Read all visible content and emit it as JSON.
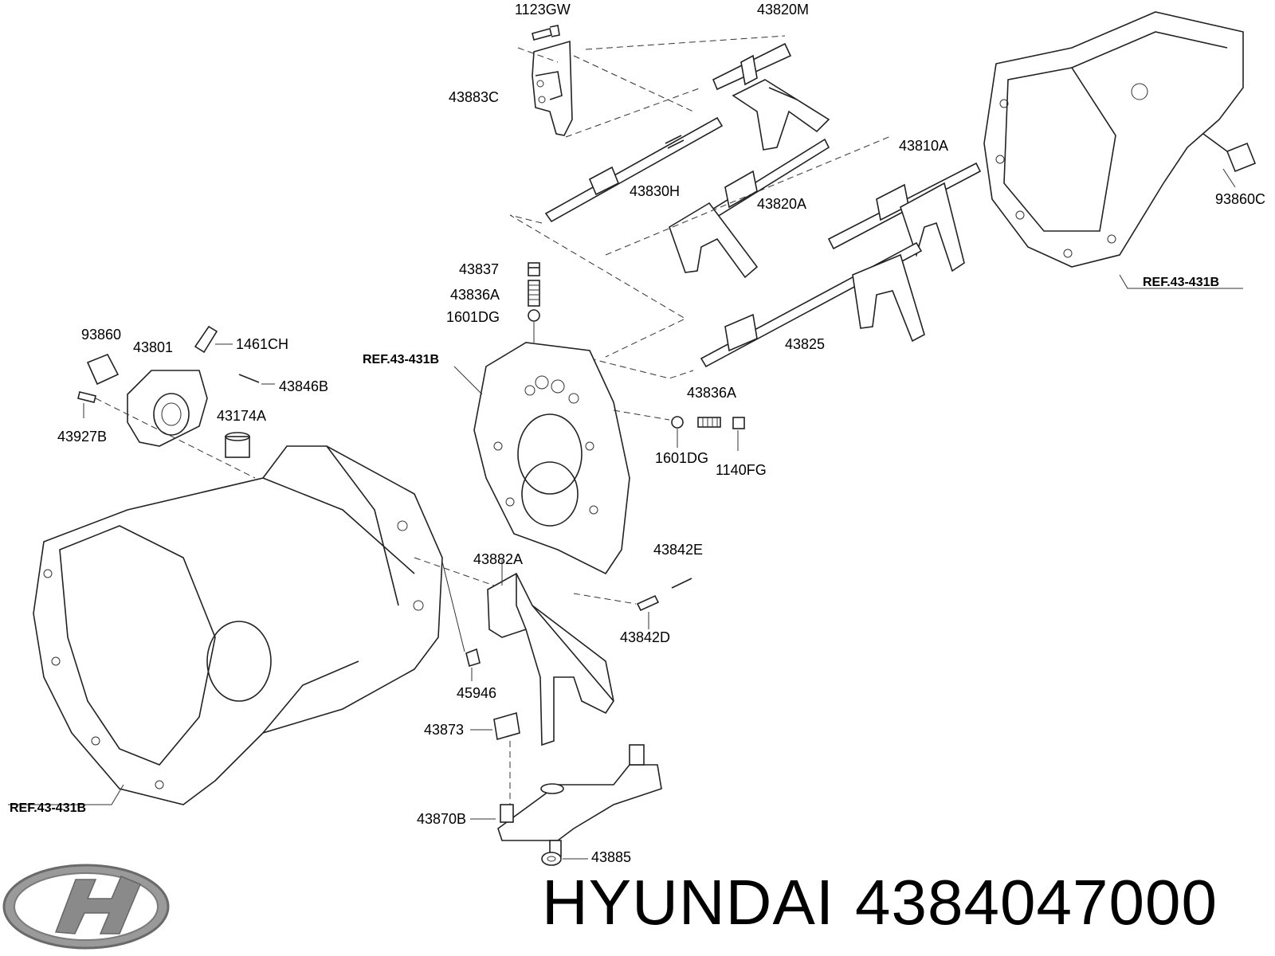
{
  "labels": {
    "p1123GW": "1123GW",
    "p43820M": "43820M",
    "p43883C": "43883C",
    "p43830H": "43830H",
    "p43820A": "43820A",
    "p43810A": "43810A",
    "p93860C": "93860C",
    "p43837": "43837",
    "p43836A_top": "43836A",
    "p1601DG_top": "1601DG",
    "p93860": "93860",
    "p43801": "43801",
    "p1461CH": "1461CH",
    "p43846B": "43846B",
    "p43927B": "43927B",
    "p43174A": "43174A",
    "p43825": "43825",
    "p43836A_mid": "43836A",
    "p1601DG_mid": "1601DG",
    "p1140FG": "1140FG",
    "p43882A": "43882A",
    "p43842E": "43842E",
    "p43842D": "43842D",
    "p45946": "45946",
    "p43873": "43873",
    "p43870B": "43870B",
    "p43885": "43885"
  },
  "refs": {
    "ref_right": "REF.43-431B",
    "ref_center": "REF.43-431B",
    "ref_left": "REF.43-431B"
  },
  "brand": {
    "name": "HYUNDAI",
    "part_number": "4384047000",
    "logo_icon": "hyundai-logo-icon",
    "logo_color": "#8a8a8a"
  }
}
